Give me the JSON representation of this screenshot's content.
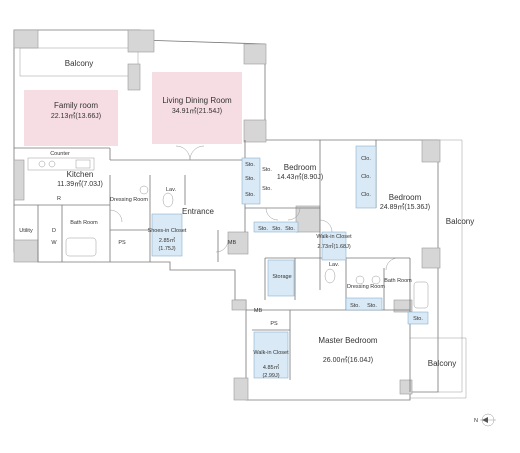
{
  "colors": {
    "wall": "#d6d6d6",
    "outline": "#777777",
    "closet_fill": "#d9e9f5",
    "living_highlight": "#f6dde3"
  },
  "rooms": {
    "balcony_top": {
      "label": "Balcony"
    },
    "family_room": {
      "label": "Family room",
      "area": "22.13㎡(13.66J)"
    },
    "living_dining": {
      "label": "Living Dining Room",
      "area": "34.91㎡(21.54J)"
    },
    "counter": {
      "label": "Counter"
    },
    "kitchen": {
      "label": "Kitchen",
      "area": "11.39㎡(7.03J)"
    },
    "r_mark": {
      "label": "R"
    },
    "dressing_room_1": {
      "label": "Dressing Room"
    },
    "lav_1": {
      "label": "Lav."
    },
    "bath_room_1": {
      "label": "Bath Room"
    },
    "utility": {
      "label": "Utility"
    },
    "w_mark": {
      "label": "W"
    },
    "d_mark": {
      "label": "D"
    },
    "ps_1": {
      "label": "PS"
    },
    "shoes_closet": {
      "label": "Shoes-in Closet",
      "area": "2.85㎡",
      "area2": "(1.75J)"
    },
    "entrance": {
      "label": "Entrance"
    },
    "mb_1": {
      "label": "MB"
    },
    "bedroom_1": {
      "label": "Bedroom",
      "area": "14.43㎡(8.90J)"
    },
    "bedroom_2": {
      "label": "Bedroom",
      "area": "24.89㎡(15.36J)"
    },
    "balcony_right": {
      "label": "Balcony"
    },
    "storage": {
      "label": "Storage"
    },
    "walk_in_closet_1": {
      "label": "Walk-in Closet",
      "area": "2.73㎡(1.68J)"
    },
    "lav_2": {
      "label": "Lav."
    },
    "dressing_room_2": {
      "label": "Dressing Room"
    },
    "bath_room_2": {
      "label": "Bath Room"
    },
    "mb_2": {
      "label": "MB"
    },
    "ps_2": {
      "label": "PS"
    },
    "master_bedroom": {
      "label": "Master Bedroom",
      "area": "26.00㎡(16.04J)"
    },
    "walk_in_closet_2": {
      "label": "Walk-in Closet",
      "area": "4.85㎡",
      "area2": "(2.99J)"
    },
    "balcony_bottom": {
      "label": "Balcony"
    }
  },
  "sto_labels": [
    "Sto.",
    "Sto.",
    "Sto.",
    "Sto.",
    "Sto.",
    "Sto.",
    "Sto.",
    "Sto.",
    "Sto.",
    "Sto.",
    "Sto."
  ],
  "clo_labels": [
    "Clo.",
    "Clo.",
    "Clo."
  ],
  "compass": {
    "label": "N"
  }
}
